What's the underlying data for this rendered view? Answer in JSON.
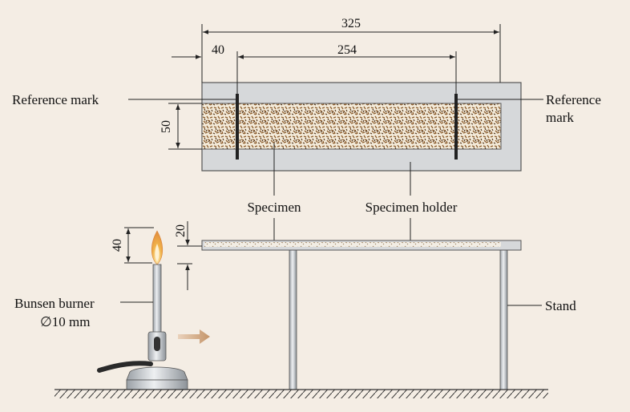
{
  "dimensions": {
    "total_length": "325",
    "offset": "40",
    "mark_spacing": "254",
    "specimen_width": "50",
    "flame_height": "40",
    "flame_gap": "20"
  },
  "labels": {
    "reference_mark_left": "Reference mark",
    "reference_mark_right_line1": "Reference",
    "reference_mark_right_line2": "mark",
    "specimen": "Specimen",
    "specimen_holder": "Specimen holder",
    "bunsen_burner": "Bunsen burner",
    "burner_diameter": "∅10 mm",
    "stand": "Stand"
  },
  "colors": {
    "background": "#f4ede4",
    "holder": "#d6d8da",
    "specimen_base": "#f3ead9",
    "arrow": "#c9a27e"
  }
}
